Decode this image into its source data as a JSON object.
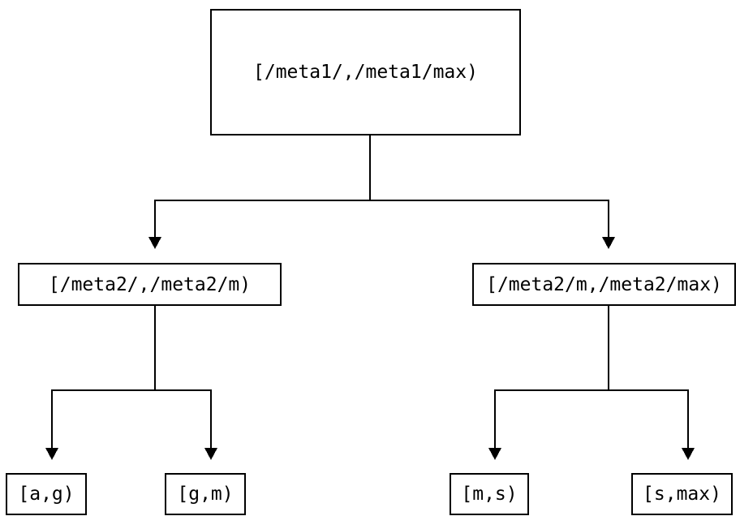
{
  "diagram": {
    "type": "tree",
    "colors": {
      "background": "#ffffff",
      "line": "#000000",
      "text": "#000000",
      "node_fill": "#ffffff",
      "node_border": "#000000"
    },
    "nodes": {
      "root": {
        "label": "[/meta1/,/meta1/max)"
      },
      "level2_left": {
        "label": "[/meta2/,/meta2/m)"
      },
      "level2_right": {
        "label": "[/meta2/m,/meta2/max)"
      },
      "leaf_ag": {
        "label": "[a,g)"
      },
      "leaf_gm": {
        "label": "[g,m)"
      },
      "leaf_ms": {
        "label": "[m,s)"
      },
      "leaf_smax": {
        "label": "[s,max)"
      }
    },
    "edges": [
      {
        "from": "root",
        "to": "level2_left"
      },
      {
        "from": "root",
        "to": "level2_right"
      },
      {
        "from": "level2_left",
        "to": "leaf_ag"
      },
      {
        "from": "level2_left",
        "to": "leaf_gm"
      },
      {
        "from": "level2_right",
        "to": "leaf_ms"
      },
      {
        "from": "level2_right",
        "to": "leaf_smax"
      }
    ]
  }
}
